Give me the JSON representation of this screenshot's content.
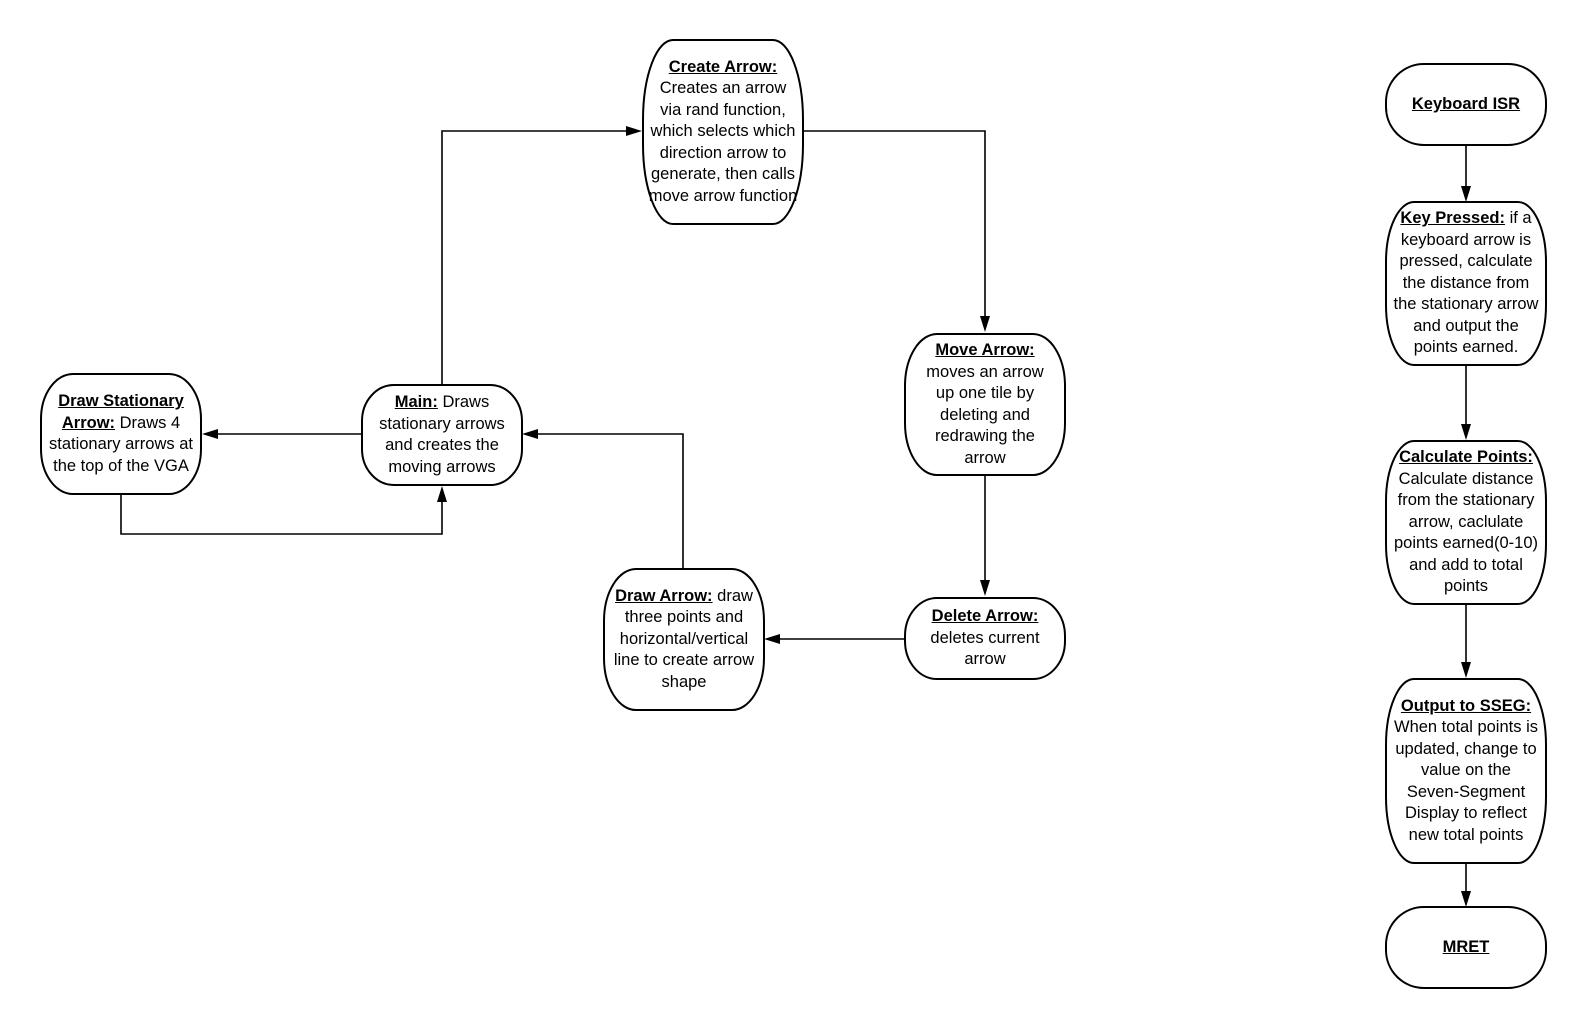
{
  "nodes": {
    "create_arrow": {
      "title": "Create Arrow:",
      "body": "Creates an arrow via rand function, which selects which direction arrow to generate, then calls move arrow function"
    },
    "main": {
      "title": "Main:",
      "body": "Draws stationary arrows and creates the moving arrows"
    },
    "draw_stationary_arrow": {
      "title": "Draw Stationary Arrow:",
      "body": "Draws 4 stationary arrows at the top of the VGA"
    },
    "move_arrow": {
      "title": "Move Arrow:",
      "body": "moves an arrow up one tile by deleting and redrawing the arrow"
    },
    "delete_arrow": {
      "title": "Delete Arrow:",
      "body": "deletes current arrow"
    },
    "draw_arrow": {
      "title": "Draw Arrow:",
      "body": "draw three points and horizontal/vertical line to create arrow shape"
    },
    "keyboard_isr": {
      "title": "Keyboard ISR",
      "body": ""
    },
    "key_pressed": {
      "title": "Key Pressed:",
      "body": "if a keyboard arrow is pressed, calculate the distance from the stationary arrow and output the points earned."
    },
    "calculate_points": {
      "title": "Calculate Points:",
      "body": "Calculate distance from the stationary arrow, caclulate points earned(0-10) and add to total points"
    },
    "output_to_sseg": {
      "title": "Output to SSEG:",
      "body": "When total points is updated, change to value on the Seven-Segment Display to reflect new total points"
    },
    "mret": {
      "title": "MRET",
      "body": ""
    }
  }
}
